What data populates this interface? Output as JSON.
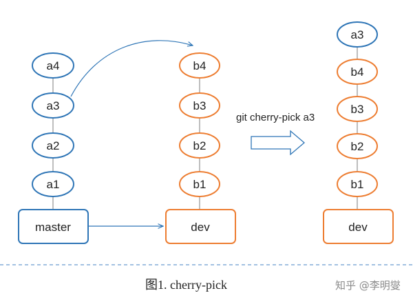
{
  "colors": {
    "master": "#2e75b6",
    "dev": "#ed7d31",
    "line": "#9a9a9a",
    "separator": "#6a9ccf"
  },
  "master_branch": {
    "commits": [
      "a4",
      "a3",
      "a2",
      "a1"
    ],
    "branch_label": "master"
  },
  "dev_branch": {
    "commits": [
      "b4",
      "b3",
      "b2",
      "b1"
    ],
    "branch_label": "dev"
  },
  "result_branch": {
    "commits": [
      "a3",
      "b4",
      "b3",
      "b2",
      "b1"
    ],
    "branch_label": "dev"
  },
  "operation": {
    "command": "git cherry-pick a3"
  },
  "caption": {
    "text": "图1.  cherry-pick",
    "watermark": "知乎 @李明燮"
  }
}
